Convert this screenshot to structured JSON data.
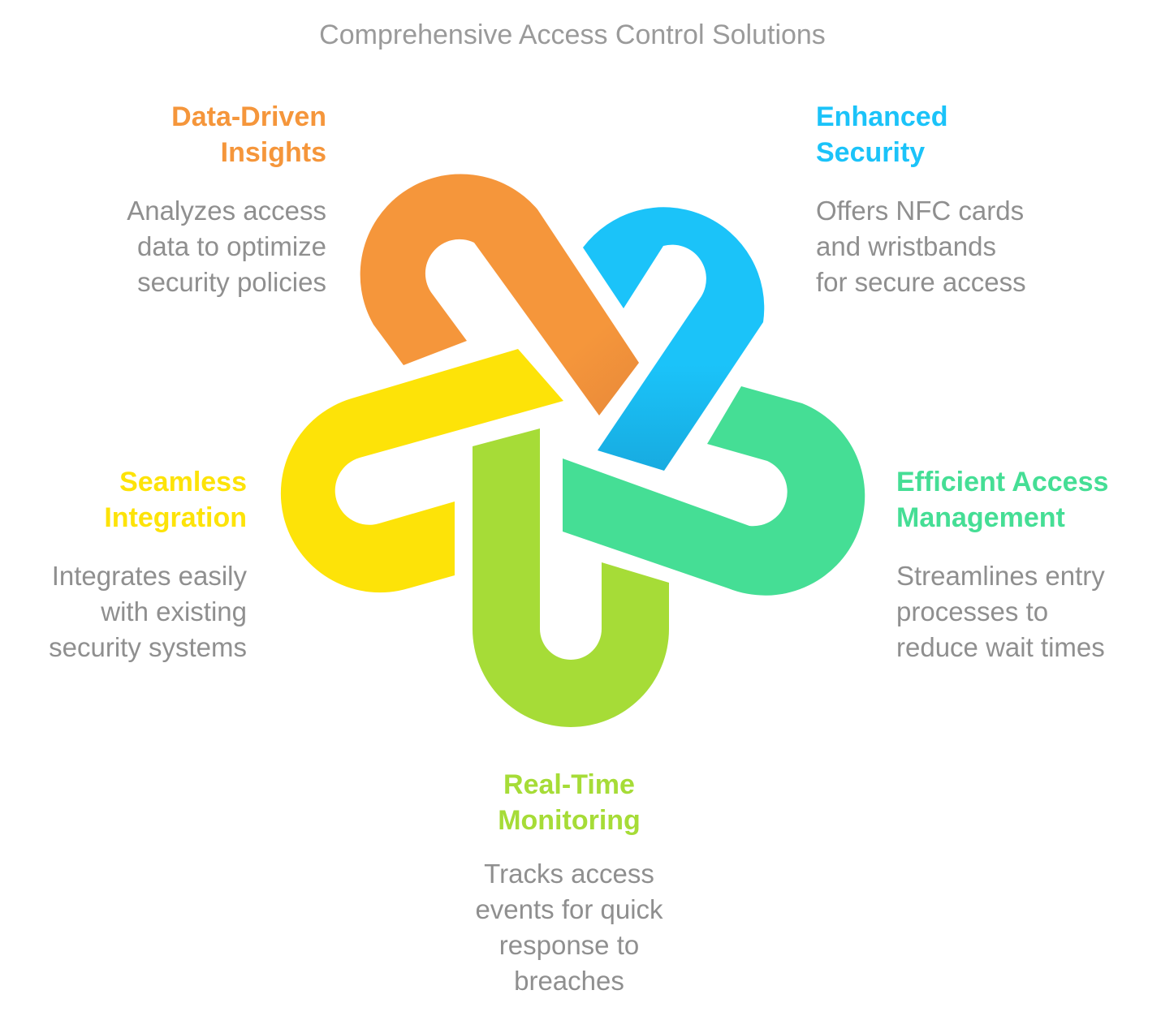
{
  "title": "Comprehensive Access Control Solutions",
  "colors": {
    "orange": "#F5963B",
    "blue": "#1BC3F9",
    "green_teal": "#45DE95",
    "lime": "#A6DC37",
    "yellow": "#FDE308",
    "text_gray": "#8F8F8F"
  },
  "items": {
    "data_driven": {
      "heading": [
        "Data-Driven",
        "Insights"
      ],
      "description": [
        "Analyzes access",
        "data to optimize",
        "security policies"
      ],
      "color": "#F5963B"
    },
    "security": {
      "heading": [
        "Enhanced",
        "Security"
      ],
      "description": [
        "Offers NFC cards",
        "and wristbands",
        "for secure access"
      ],
      "color": "#1BC3F9"
    },
    "management": {
      "heading": [
        "Efficient Access",
        "Management"
      ],
      "description": [
        "Streamlines entry",
        "processes to",
        "reduce wait times"
      ],
      "color": "#45DE95"
    },
    "monitoring": {
      "heading": [
        "Real-Time",
        "Monitoring"
      ],
      "description": [
        "Tracks access",
        "events for quick",
        "response to",
        "breaches"
      ],
      "color": "#A6DC37"
    },
    "integration": {
      "heading": [
        "Seamless",
        "Integration"
      ],
      "description": [
        "Integrates easily",
        "with existing",
        "security systems"
      ],
      "color": "#FDE308"
    }
  }
}
